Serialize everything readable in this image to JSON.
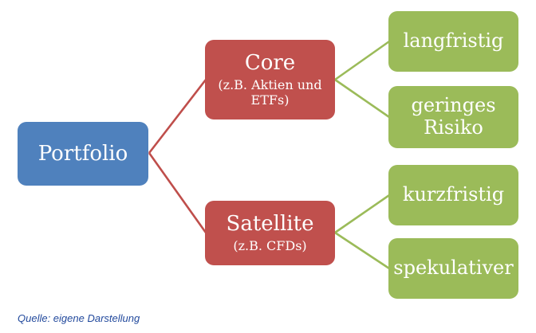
{
  "colors": {
    "root-fill": "#4f81bd",
    "branch-fill": "#c0504d",
    "leaf-fill": "#9bbb59",
    "red-line": "#bf4e4b",
    "green-line": "#9bbb59",
    "box-text": "#ffffff",
    "caption-text": "#234a9d"
  },
  "diagram": {
    "root": {
      "label": "Portfolio"
    },
    "branches": [
      {
        "label": "Core",
        "sublabel": "(z.B. Aktien und ETFs)"
      },
      {
        "label": "Satellite",
        "sublabel": "(z.B. CFDs)"
      }
    ],
    "leaves": [
      {
        "label": "langfristig"
      },
      {
        "label": "geringes Risiko"
      },
      {
        "label": "kurzfristig"
      },
      {
        "label": "spekulativer"
      }
    ]
  },
  "caption": {
    "text": "Quelle: eigene Darstellung"
  }
}
